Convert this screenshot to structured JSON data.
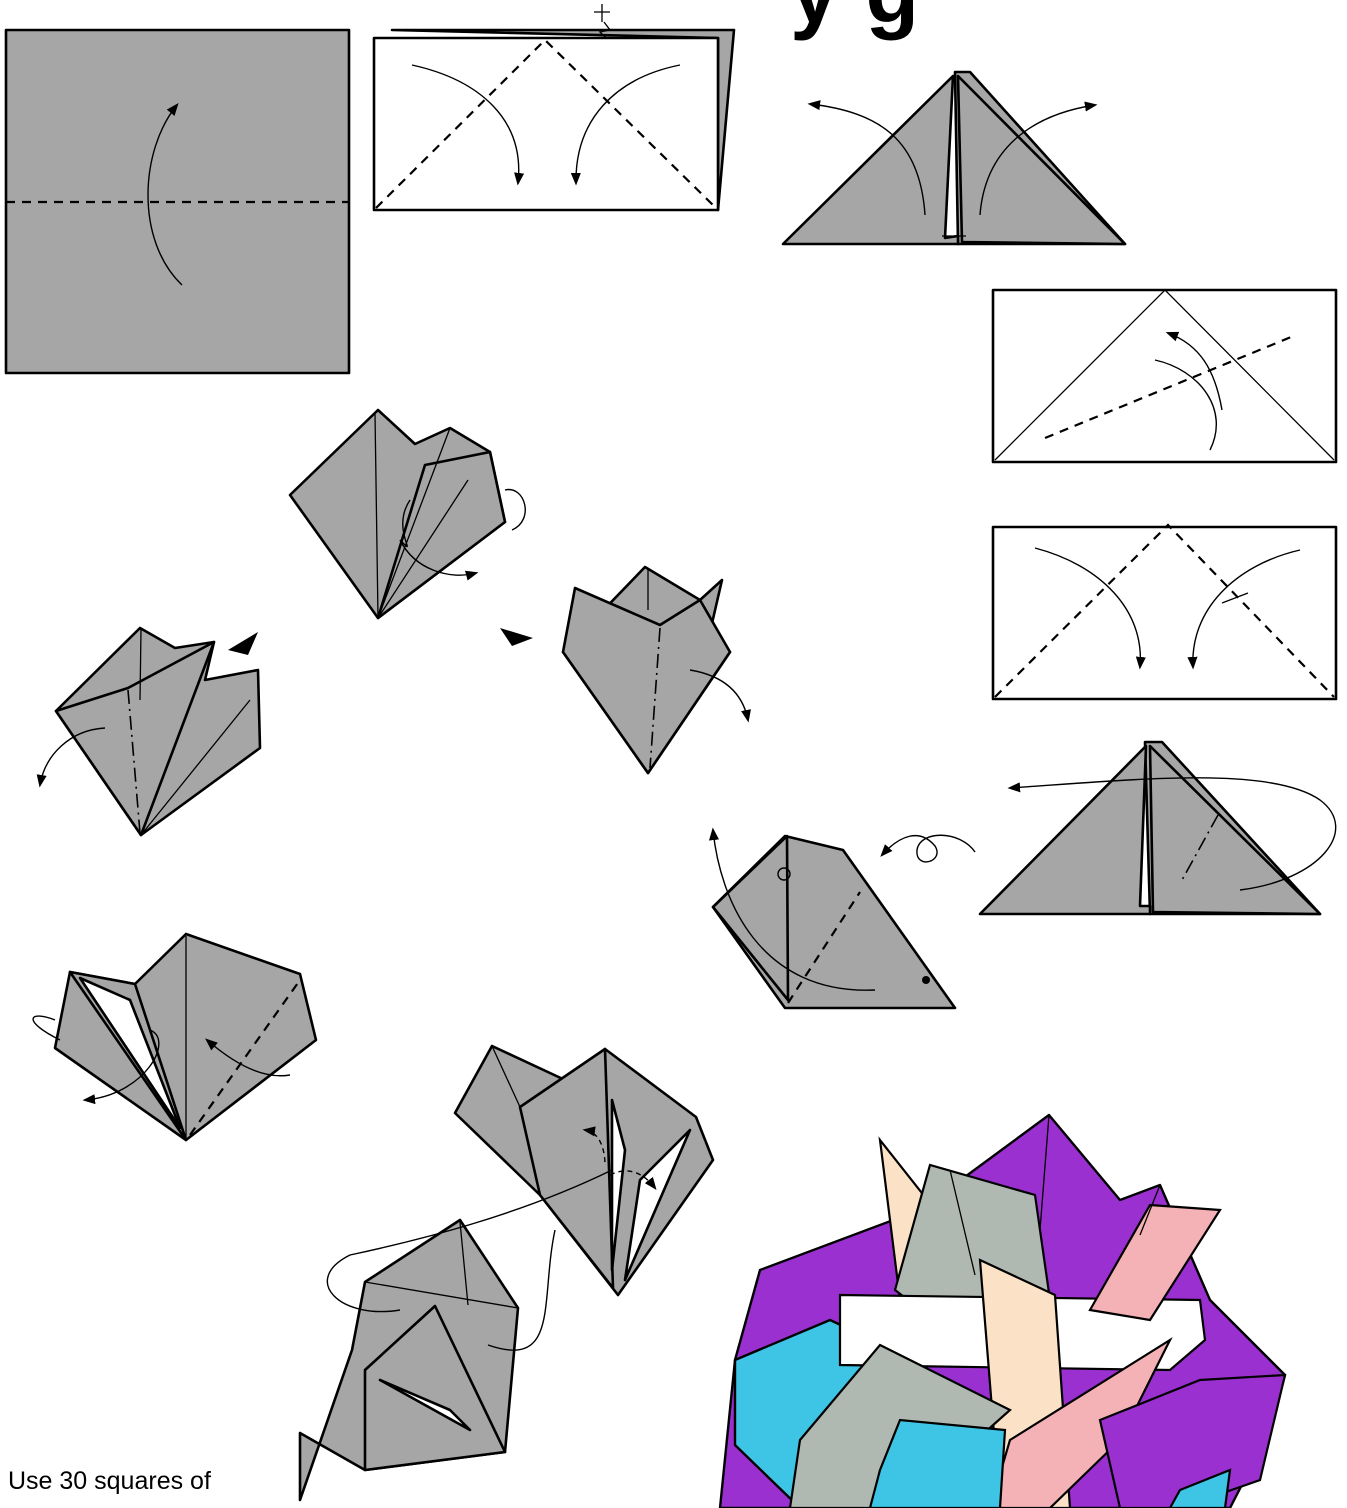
{
  "title_fragment": "y     g",
  "caption": "Use 30 squares of",
  "colors": {
    "paper_gray": "#a6a6a6",
    "purple": "#9b30d0",
    "cyan": "#3ec4e4",
    "pink": "#f4b2b6",
    "peach": "#fbe2c6",
    "sage": "#b0b8b2",
    "white": "#ffffff"
  },
  "icons": [
    "fold-arrow",
    "push-arrowhead",
    "pinch-circle"
  ]
}
